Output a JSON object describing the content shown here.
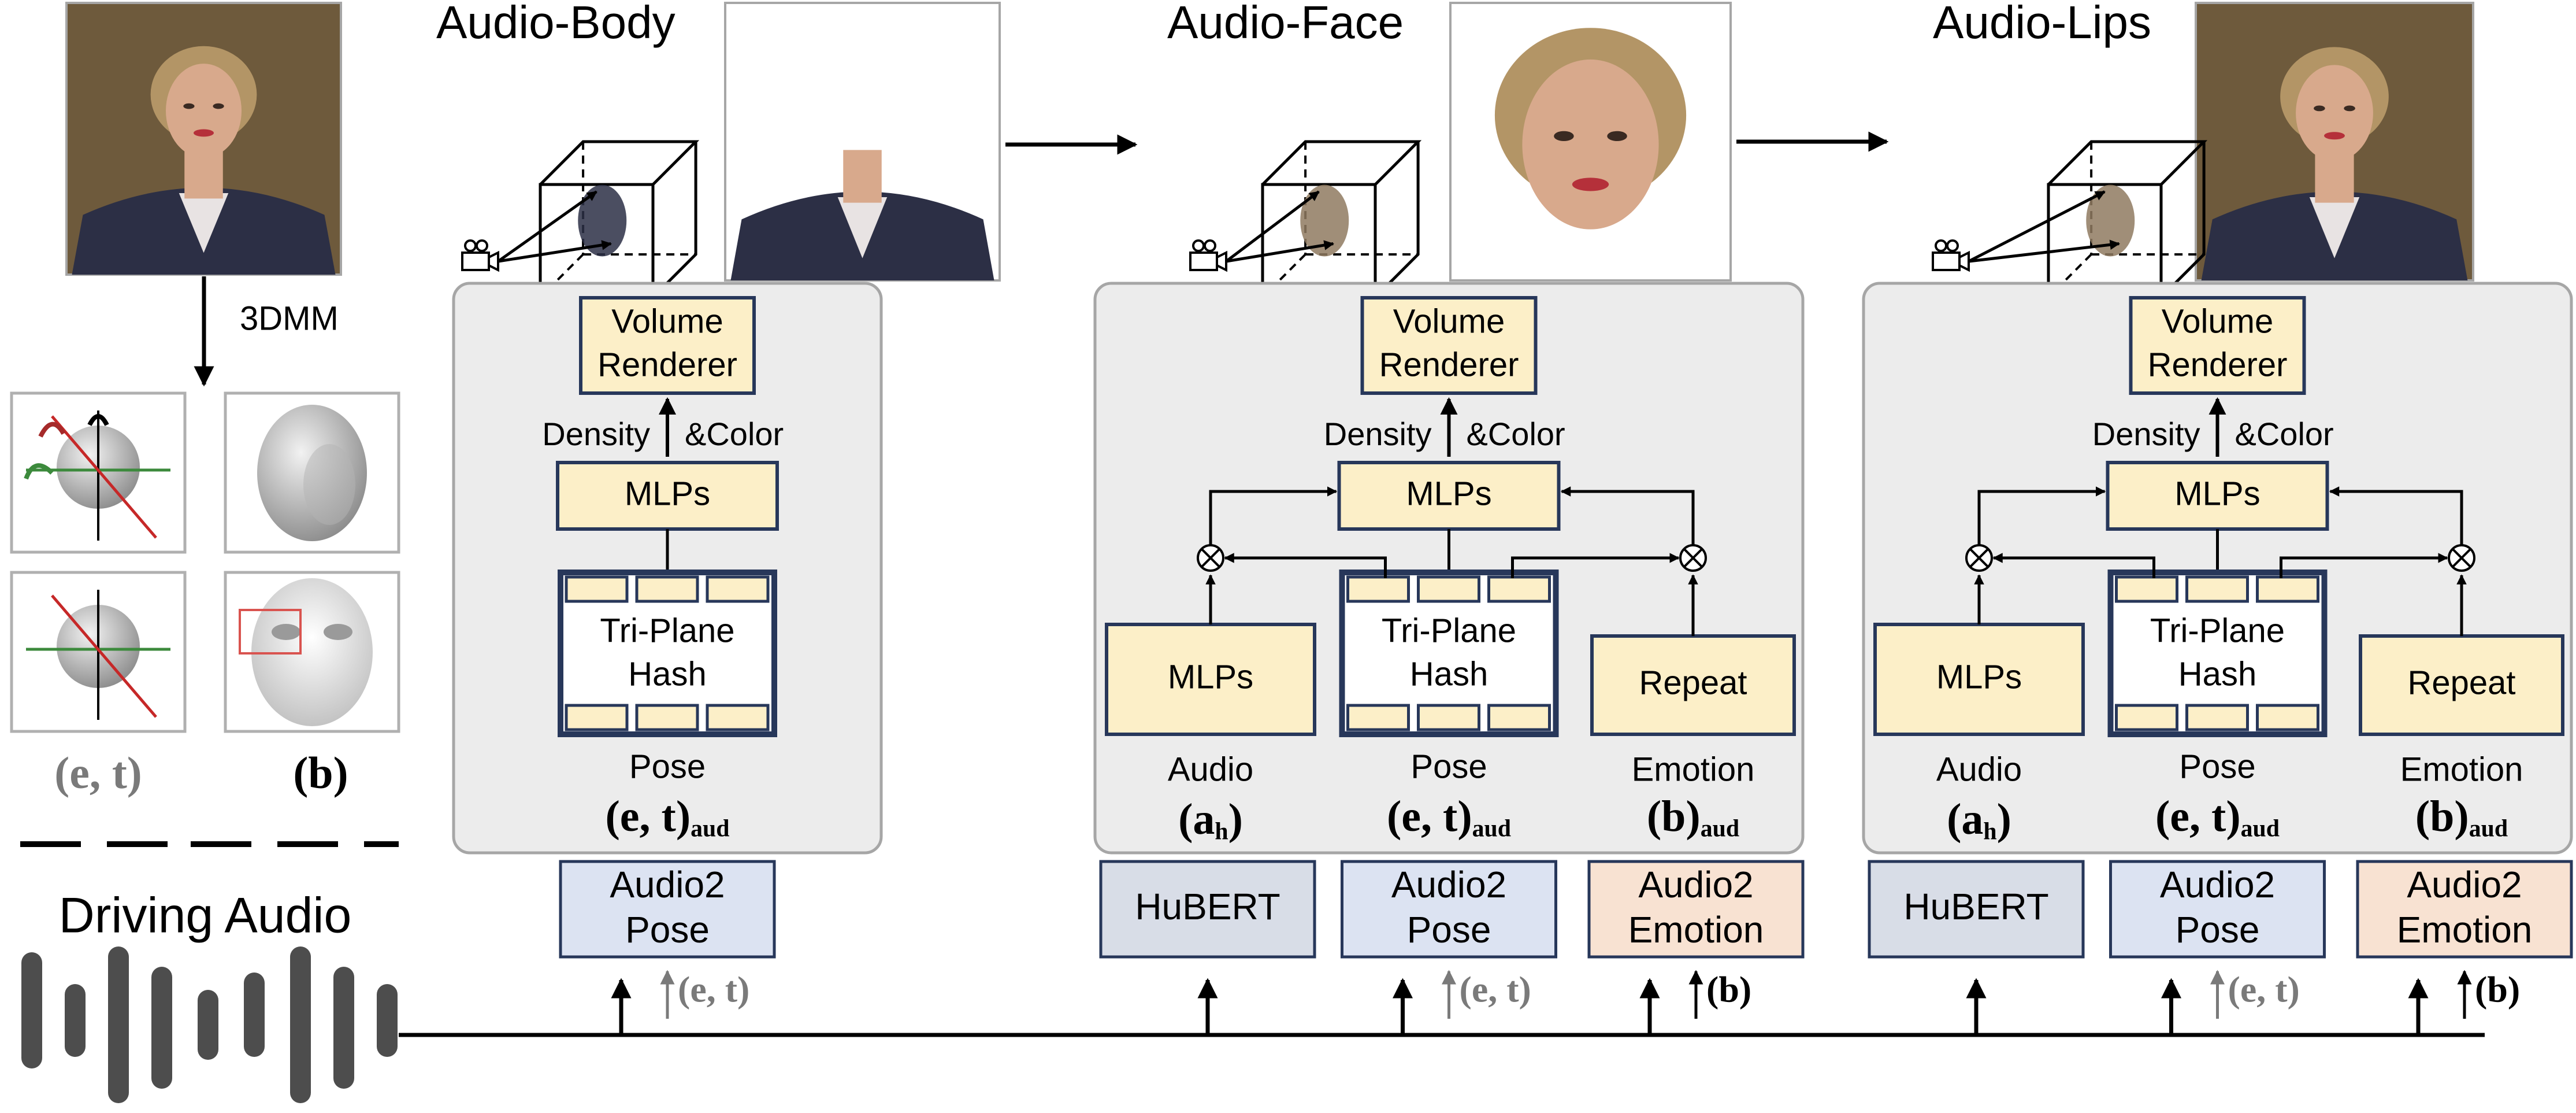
{
  "top_left": {
    "step_label": "3DMM",
    "param_labels": {
      "et": "(e, t)",
      "b": "(b)"
    },
    "driving_audio_label": "Driving Audio"
  },
  "stages": [
    {
      "title": "Audio-Body",
      "renderer": [
        "Volume",
        "Renderer"
      ],
      "density": "Density",
      "color": "&Color",
      "mlps": "MLPs",
      "triplane": [
        "Tri-Plane",
        "Hash"
      ],
      "pose": {
        "label": "Pose",
        "math": "(e, t)",
        "sub": "aud"
      },
      "bottom": [
        {
          "lines": [
            "Audio2",
            "Pose"
          ],
          "kind": "pose",
          "input": "(e, t)"
        }
      ]
    },
    {
      "title": "Audio-Face",
      "renderer": [
        "Volume",
        "Renderer"
      ],
      "density": "Density",
      "color": "&Color",
      "mlps": "MLPs",
      "triplane": [
        "Tri-Plane",
        "Hash"
      ],
      "audio_branch": {
        "box": "MLPs",
        "label": "Audio",
        "math": "(a",
        "sub": "h",
        "close": ")"
      },
      "emotion_branch": {
        "box": "Repeat",
        "label": "Emotion",
        "math": "(b)",
        "sub": "aud"
      },
      "pose": {
        "label": "Pose",
        "math": "(e, t)",
        "sub": "aud"
      },
      "bottom": [
        {
          "lines": [
            "HuBERT"
          ],
          "kind": "hubert"
        },
        {
          "lines": [
            "Audio2",
            "Pose"
          ],
          "kind": "pose",
          "input": "(e, t)"
        },
        {
          "lines": [
            "Audio2",
            "Emotion"
          ],
          "kind": "emotion",
          "input": "(b)"
        }
      ]
    },
    {
      "title": "Audio-Lips",
      "renderer": [
        "Volume",
        "Renderer"
      ],
      "density": "Density",
      "color": "&Color",
      "mlps": "MLPs",
      "triplane": [
        "Tri-Plane",
        "Hash"
      ],
      "audio_branch": {
        "box": "MLPs",
        "label": "Audio",
        "math": "(a",
        "sub": "h",
        "close": ")"
      },
      "emotion_branch": {
        "box": "Repeat",
        "label": "Emotion",
        "math": "(b)",
        "sub": "aud"
      },
      "pose": {
        "label": "Pose",
        "math": "(e, t)",
        "sub": "aud"
      },
      "bottom": [
        {
          "lines": [
            "HuBERT"
          ],
          "kind": "hubert"
        },
        {
          "lines": [
            "Audio2",
            "Pose"
          ],
          "kind": "pose",
          "input": "(e, t)"
        },
        {
          "lines": [
            "Audio2",
            "Emotion"
          ],
          "kind": "emotion",
          "input": "(b)"
        }
      ]
    }
  ],
  "colors": {
    "panel": "#ececec",
    "panel_border": "#a6a6a6",
    "module_fill": "#fcefc8",
    "module_border": "#27375a",
    "hubert_fill": "#d8dde7",
    "pose_fill": "#dce3f2",
    "emotion_fill": "#f8e2d2",
    "grey_text": "#7a7a7a",
    "wave": "#4d4d4d",
    "coat": "#2c2f45",
    "skin": "#d8a98c",
    "hair": "#b39566",
    "backdrop": "#6e5a3c"
  }
}
